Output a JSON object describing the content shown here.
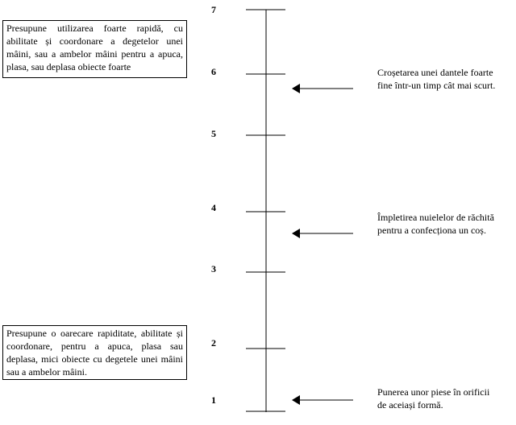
{
  "boxes": {
    "top": "Presupune utilizarea foarte rapidă, cu abilitate și coordonare a degetelor unei mâini, sau a ambelor mâini pentru a apuca, plasa, sau deplasa obiecte foarte",
    "bottom": "Presupune o oarecare rapiditate, abilitate și coordonare, pentru a apuca, plasa sau deplasa, mici obiecte cu degetele unei mâini sau a ambelor mâini."
  },
  "scale": [
    "7",
    "6",
    "5",
    "4",
    "3",
    "2",
    "1"
  ],
  "examples": [
    {
      "line1": "Croșetarea unei dantele foarte",
      "line2": "fine într-un timp cât mai scurt."
    },
    {
      "line1": "Împletirea nuielelor de răchită",
      "line2": "pentru a confecționa un coș."
    },
    {
      "line1": "Punerea unor piese în orificii",
      "line2": "de aceiași formă."
    }
  ]
}
